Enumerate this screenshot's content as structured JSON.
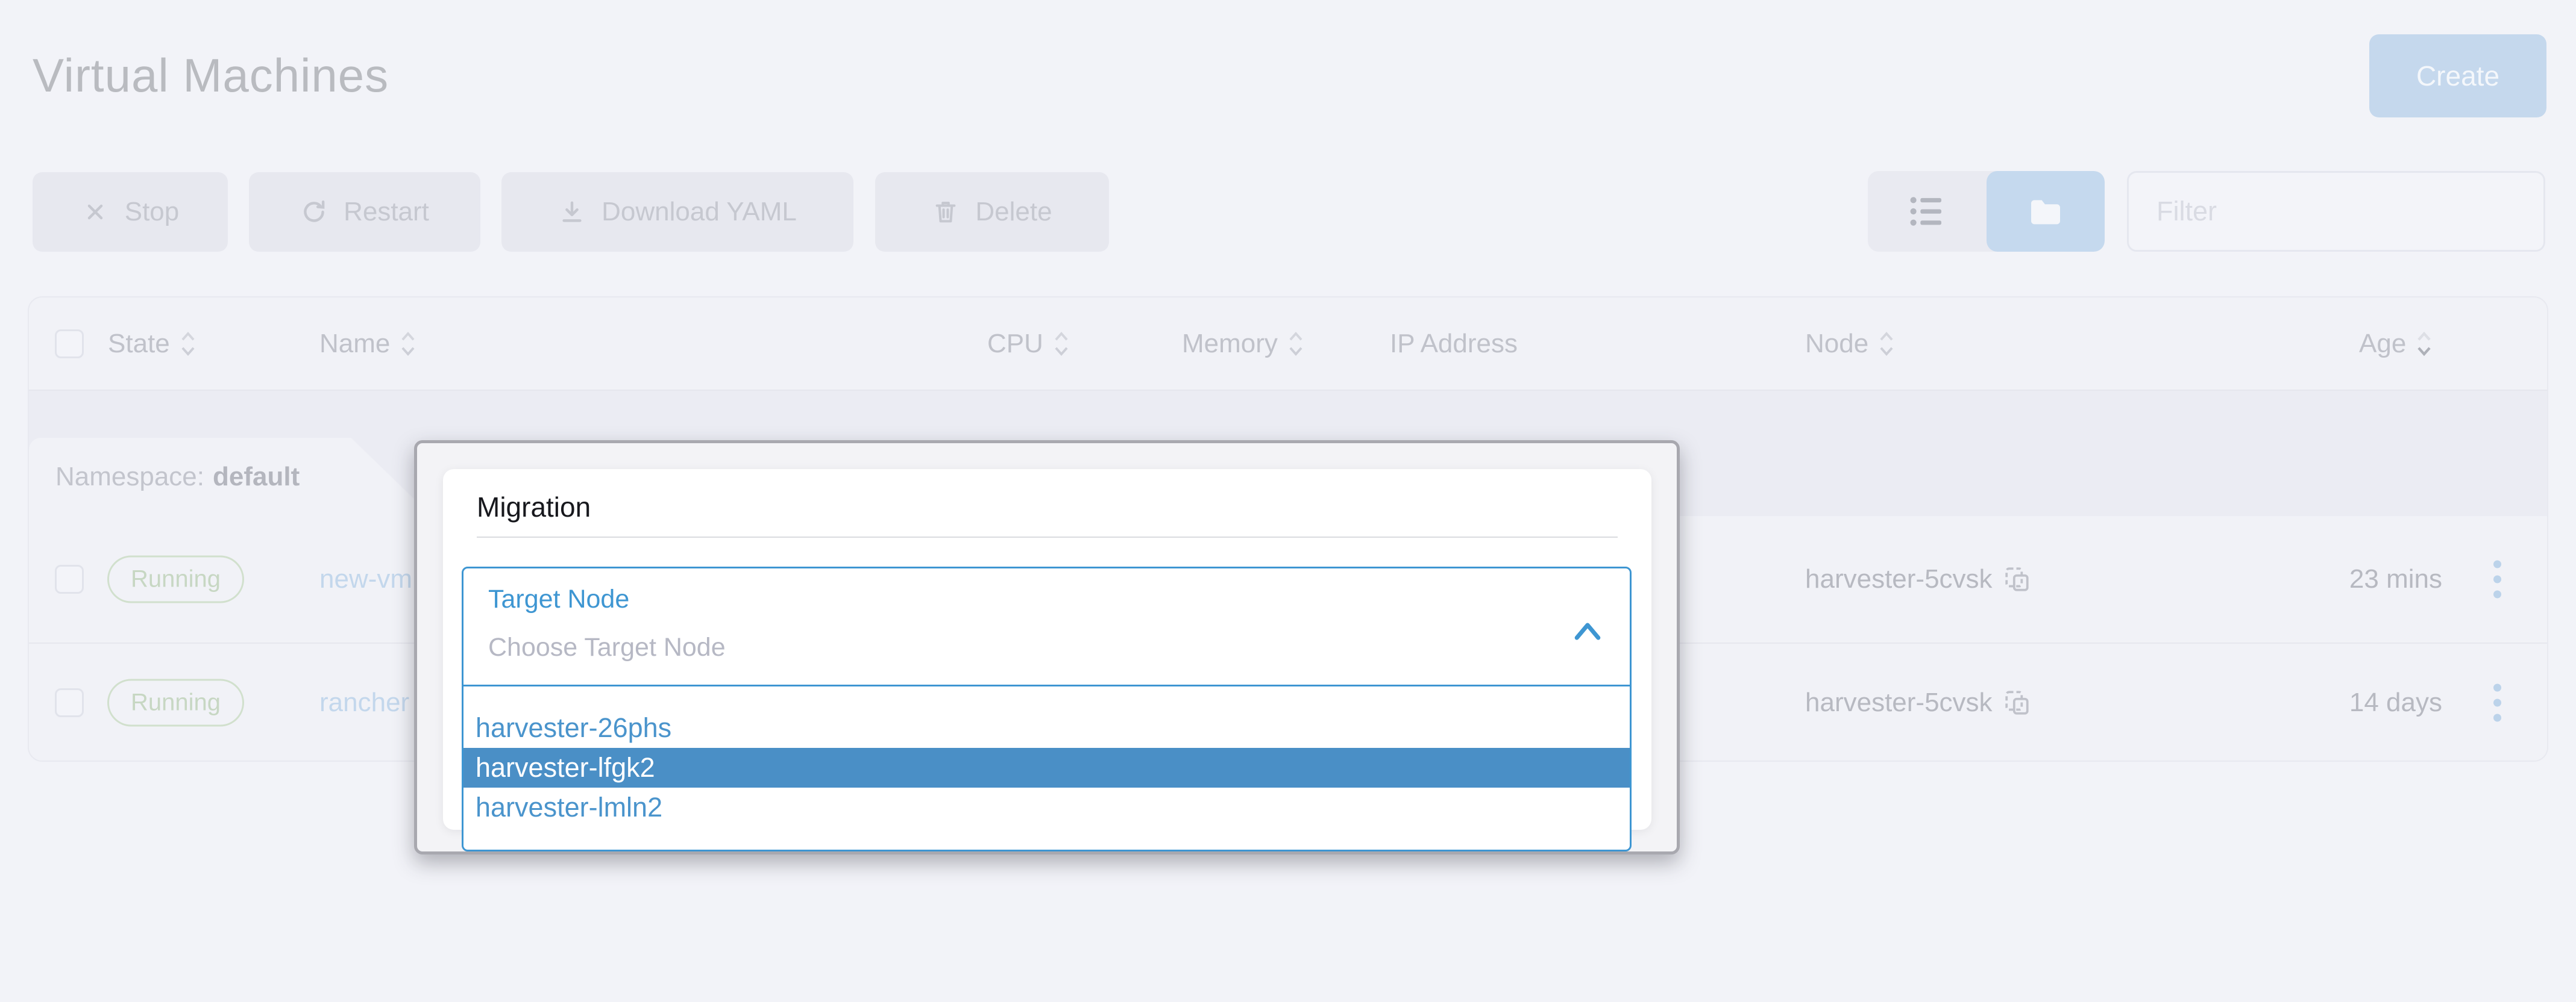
{
  "page": {
    "title": "Virtual Machines"
  },
  "actions": {
    "create": "Create",
    "stop": "Stop",
    "restart": "Restart",
    "download_yaml": "Download YAML",
    "delete": "Delete"
  },
  "controls": {
    "filter_placeholder": "Filter"
  },
  "table": {
    "columns": {
      "state": "State",
      "name": "Name",
      "cpu": "CPU",
      "memory": "Memory",
      "ip": "IP Address",
      "node": "Node",
      "age": "Age"
    },
    "group": {
      "label": "Namespace:",
      "value": "default"
    },
    "rows": [
      {
        "state": "Running",
        "name": "new-vm",
        "node": "harvester-5cvsk",
        "age": "23 mins"
      },
      {
        "state": "Running",
        "name": "rancher",
        "node": "harvester-5cvsk",
        "age": "14 days"
      }
    ]
  },
  "modal": {
    "title": "Migration",
    "field": {
      "label": "Target Node",
      "placeholder": "Choose Target Node"
    },
    "options": [
      {
        "label": "harvester-26phs",
        "selected": false
      },
      {
        "label": "harvester-lfgk2",
        "selected": true
      },
      {
        "label": "harvester-lmln2",
        "selected": false
      }
    ]
  },
  "colors": {
    "accent_blue": "#3e96d2",
    "option_highlight": "#4a8fc6",
    "running_green": "#c7d7c3",
    "dimmed_text": "#c0c2ca",
    "modal_border": "#a8a8af"
  }
}
